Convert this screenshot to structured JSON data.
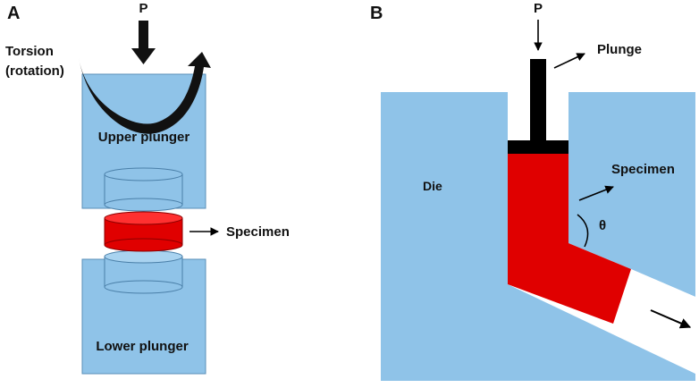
{
  "panel_a": {
    "label": "A",
    "force_label": "P",
    "torsion_line1": "Torsion",
    "torsion_line2": "(rotation)",
    "upper_label": "Upper plunger",
    "lower_label": "Lower plunger",
    "specimen_label": "Specimen"
  },
  "panel_b": {
    "label": "B",
    "force_label": "P",
    "plunge_label": "Plunge",
    "specimen_label": "Specimen",
    "die_label": "Die",
    "angle_label": "θ"
  },
  "colors": {
    "die_blue": "#8fc3e8",
    "specimen_red": "#e00000",
    "outline_blue": "#4a7fa8",
    "black": "#000000"
  }
}
